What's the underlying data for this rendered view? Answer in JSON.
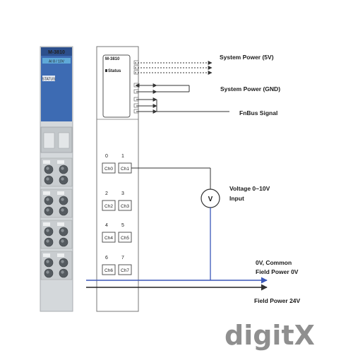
{
  "module": {
    "model": "M-3810",
    "sub_label": "AI 8 / 10V",
    "status_label": "STATUS",
    "led_label": "Status"
  },
  "signals": {
    "system_power_5v": "System Power (5V)",
    "system_power_gnd": "System Power (GND)",
    "fnbus": "FnBus Signal",
    "voltage": "Voltage 0~10V",
    "input": "Input",
    "voltmeter": "V",
    "common": "0V, Common",
    "field_0v": "Field Power 0V",
    "field_24v": "Field Power 24V"
  },
  "channels": [
    {
      "num": "0",
      "label": "Ch0"
    },
    {
      "num": "1",
      "label": "Ch1"
    },
    {
      "num": "2",
      "label": "Ch2"
    },
    {
      "num": "3",
      "label": "Ch3"
    },
    {
      "num": "4",
      "label": "Ch4"
    },
    {
      "num": "5",
      "label": "Ch5"
    },
    {
      "num": "6",
      "label": "Ch6"
    },
    {
      "num": "7",
      "label": "Ch7"
    }
  ],
  "watermark": "digitX",
  "colors": {
    "module_blue": "#3d6bb3",
    "module_gray": "#cfd3d6",
    "field_line_blue": "#3a57b8",
    "wire": "#333333"
  }
}
